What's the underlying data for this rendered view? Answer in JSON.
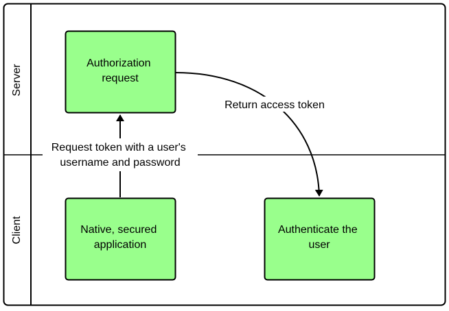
{
  "lanes": {
    "server": "Server",
    "client": "Client"
  },
  "nodes": {
    "authorization_request": {
      "line1": "Authorization",
      "line2": "request"
    },
    "native_app": {
      "line1": "Native, secured",
      "line2": "application"
    },
    "authenticate_user": {
      "line1": "Authenticate the",
      "line2": "user"
    }
  },
  "edges": {
    "request_token": {
      "line1": "Request token with a user's",
      "line2": "username and password"
    },
    "return_token": {
      "label": "Return access token"
    }
  },
  "colors": {
    "node_fill": "#99ff8c",
    "stroke": "#000000",
    "background": "#ffffff"
  }
}
